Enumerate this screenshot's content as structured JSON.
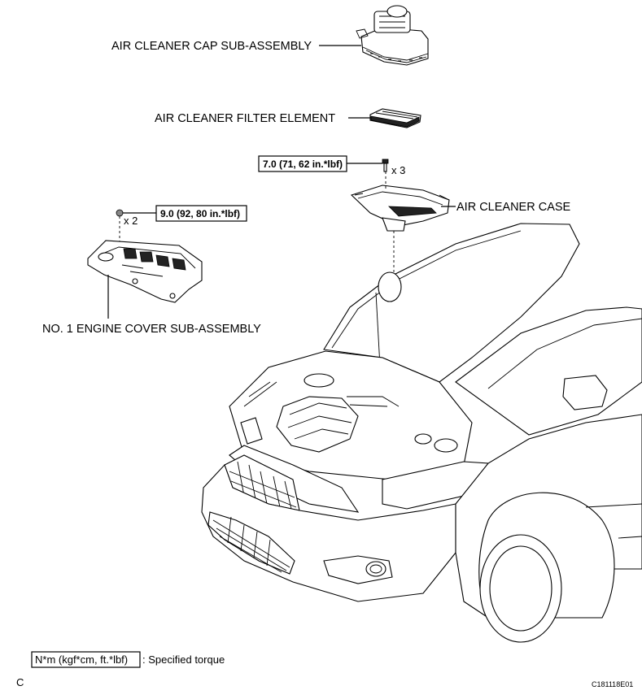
{
  "labels": {
    "cap": "AIR CLEANER CAP SUB-ASSEMBLY",
    "filter": "AIR CLEANER FILTER ELEMENT",
    "case": "AIR CLEANER CASE",
    "engine_cover": "NO. 1 ENGINE COVER SUB-ASSEMBLY"
  },
  "torques": {
    "case_bolt": "7.0 (71, 62 in.*lbf)",
    "case_qty": "x 3",
    "cover_nut": "9.0 (92, 80 in.*lbf)",
    "cover_qty": "x 2"
  },
  "legend": {
    "box": "N*m (kgf*cm, ft.*lbf)",
    "text": ": Specified torque"
  },
  "footer": {
    "left_code": "C",
    "figure_id": "C181118E01"
  }
}
